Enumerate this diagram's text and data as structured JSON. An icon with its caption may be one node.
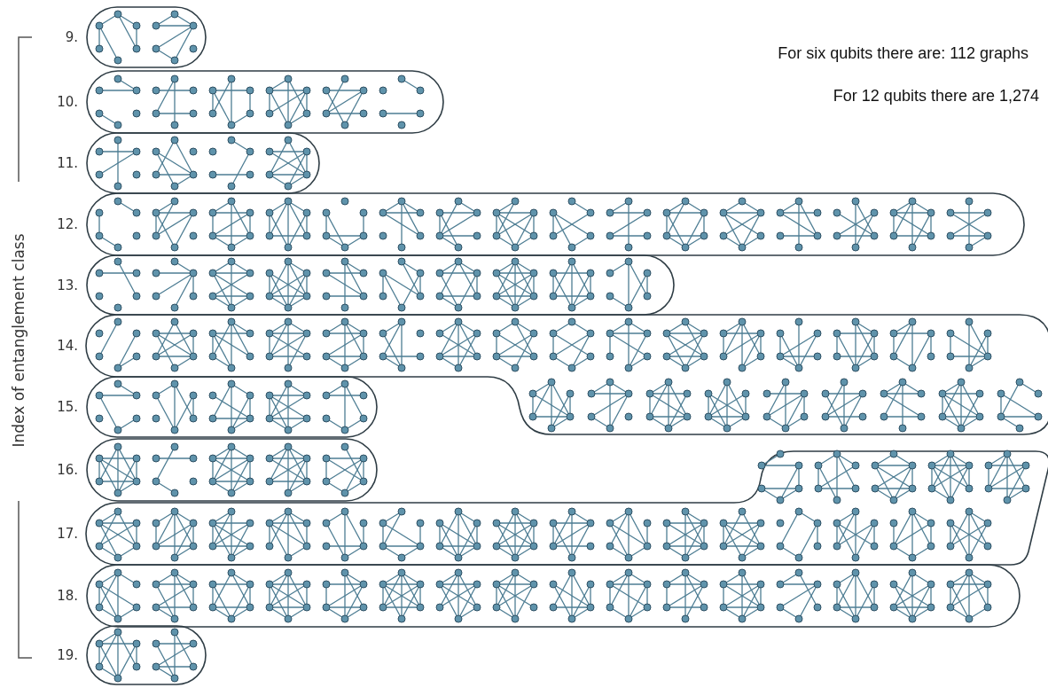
{
  "diagram": {
    "nodes": [
      {
        "text": [
          "9."
        ]
      },
      {
        "text": [
          "10."
        ]
      },
      {
        "text": [
          "11."
        ]
      },
      {
        "text": [
          "12."
        ]
      },
      {
        "text": [
          "13."
        ]
      },
      {
        "text": [
          "14."
        ]
      },
      {
        "text": [
          "15."
        ]
      },
      {
        "text": [
          "16."
        ]
      },
      {
        "text": [
          "17."
        ]
      },
      {
        "text": [
          "18."
        ]
      },
      {
        "text": [
          "19."
        ]
      }
    ],
    "edges": [],
    "labels": [
      "For six qubits there are: 112 graphs",
      "For 12 qubits there are 1,274",
      "Index of entanglement class"
    ]
  }
}
